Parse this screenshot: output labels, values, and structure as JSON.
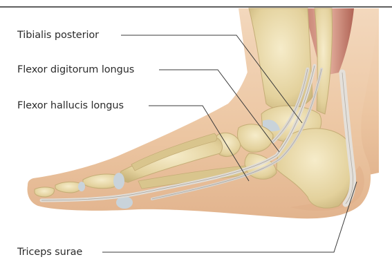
{
  "labels": {
    "tibialis_posterior": "Tibialis posterior",
    "flexor_digitorum_longus": "Flexor digitorum longus",
    "flexor_hallucis_longus": "Flexor hallucis longus",
    "triceps_surae": "Triceps surae"
  },
  "colors": {
    "skin": "#ecc9a7",
    "bone": "#e3d3a2",
    "cartilage": "#c9d3da",
    "tendon": "#d8d4cf",
    "muscle": "#b86a5c",
    "leader_line": "#3a3a3a"
  }
}
